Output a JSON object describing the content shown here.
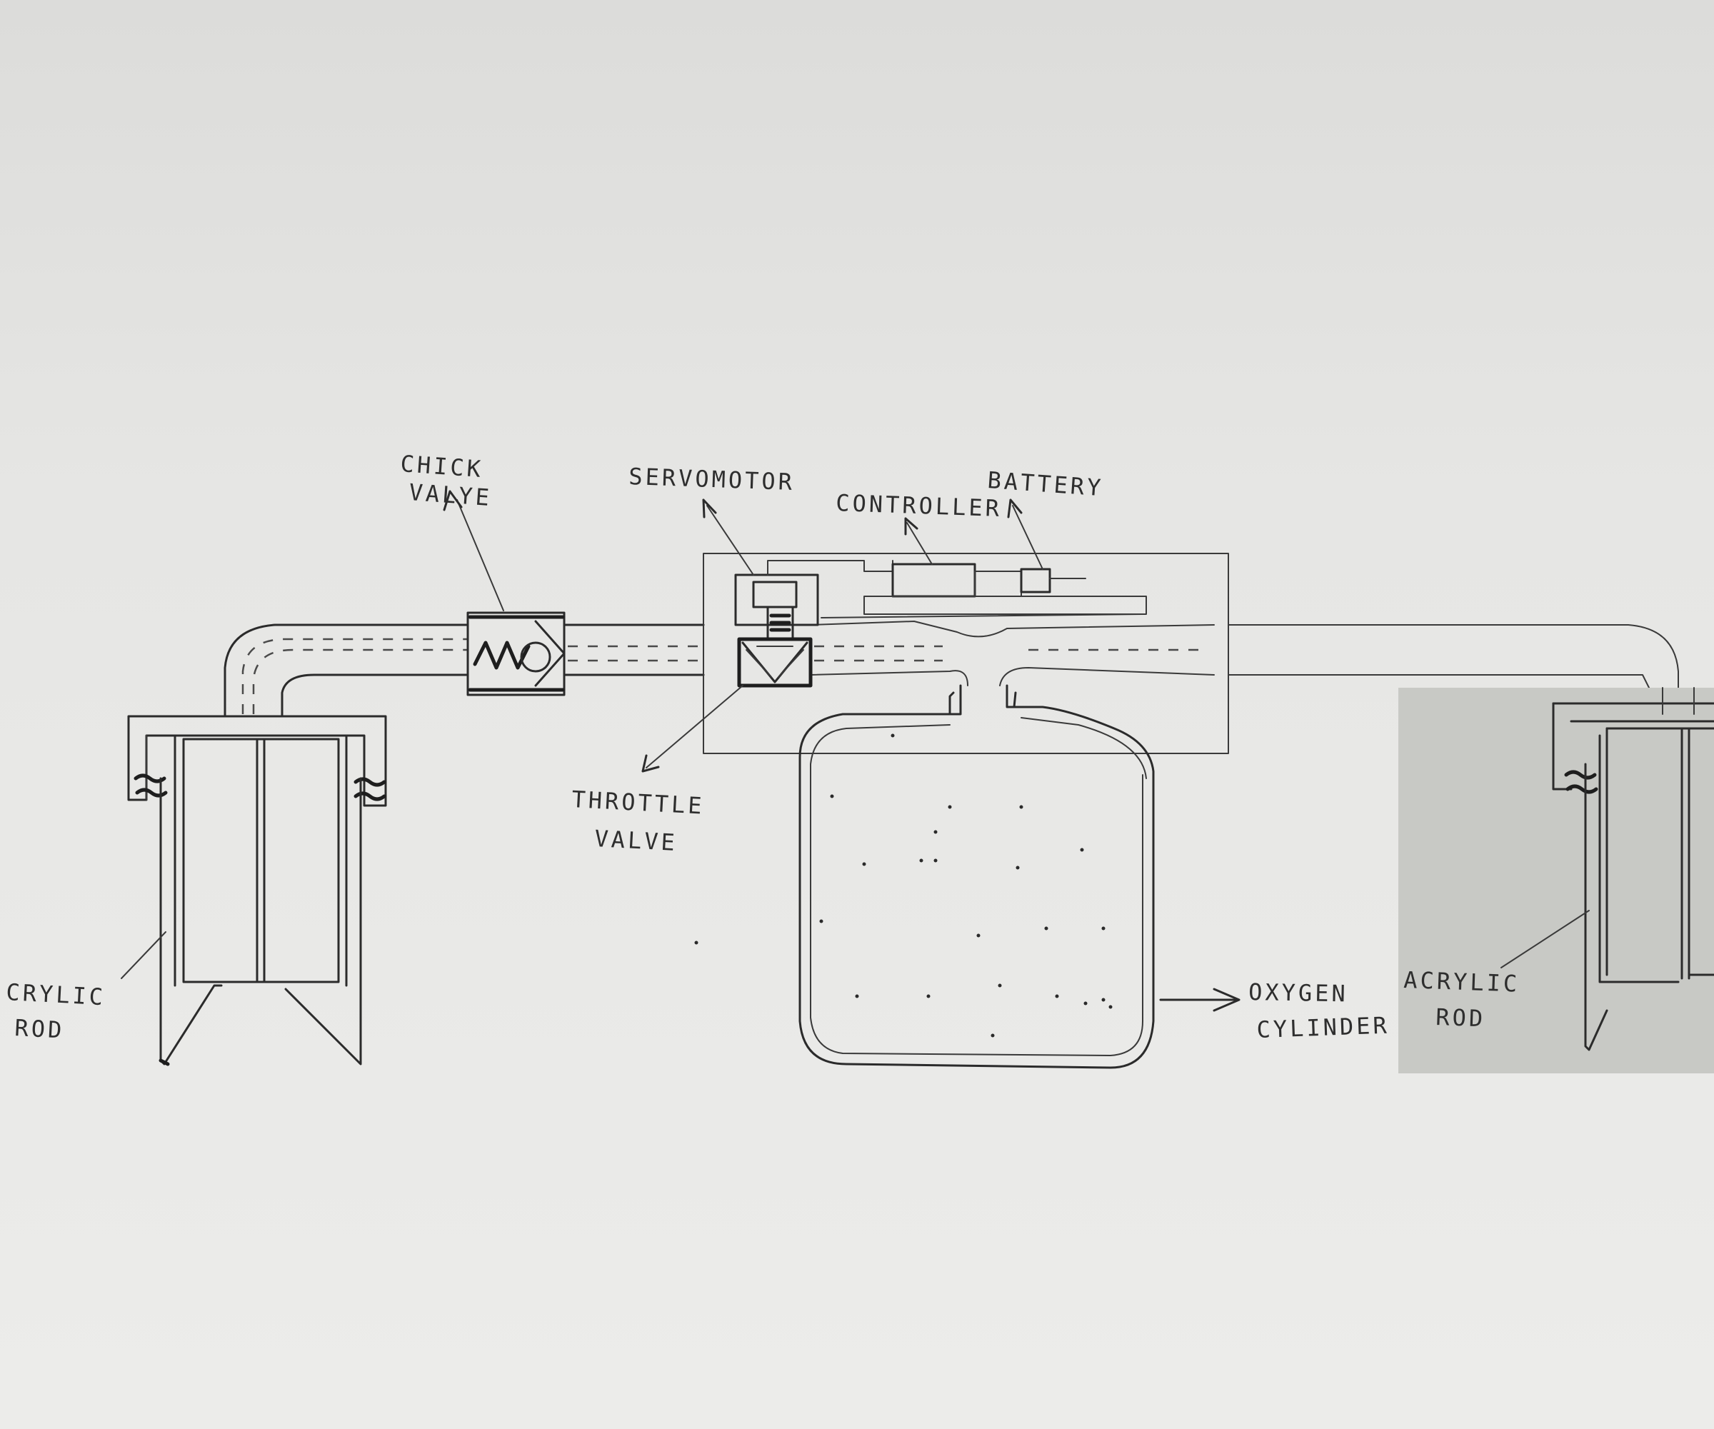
{
  "labels": {
    "check_valve_1": "CHICK",
    "check_valve_2": "VALYE",
    "servomotor": "SERVOMOTOR",
    "controller": "CONTROLLER",
    "battery": "BATTERY",
    "throttle_1": "THROTTLE",
    "throttle_2": "VALVE",
    "oxygen_1": "OXYGEN",
    "oxygen_2": "CYLINDER",
    "rod_left_1": "CRYLIC",
    "rod_left_2": "ROD",
    "rod_right_1": "ACRYLIC",
    "rod_right_2": "ROD"
  },
  "colors": {
    "paper": "#e6e6e4",
    "ink": "#2b2b2b",
    "inset": "#c8c9c5"
  }
}
